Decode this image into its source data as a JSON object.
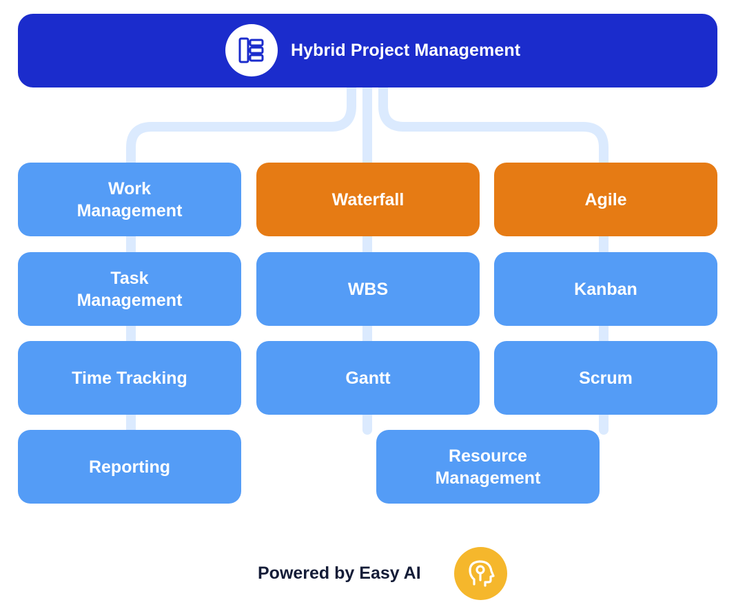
{
  "header": {
    "icon": "hierarchy-list-icon",
    "title": "Hybrid Project Management"
  },
  "columns": {
    "work": [
      "Work Management",
      "Task Management",
      "Time Tracking",
      "Reporting"
    ],
    "waterfall": [
      "Waterfall",
      "WBS",
      "Gantt"
    ],
    "agile": [
      "Agile",
      "Kanban",
      "Scrum"
    ]
  },
  "shared": {
    "resource": "Resource Management"
  },
  "footer": {
    "text": "Powered by Easy AI",
    "logo_icon": "ai-head-icon"
  },
  "colors": {
    "header": "#1b2ccc",
    "node": "#549cf6",
    "accent": "#e67b14",
    "connector": "#dbeafe",
    "logo": "#f5b72c",
    "footer_text": "#141c37"
  }
}
